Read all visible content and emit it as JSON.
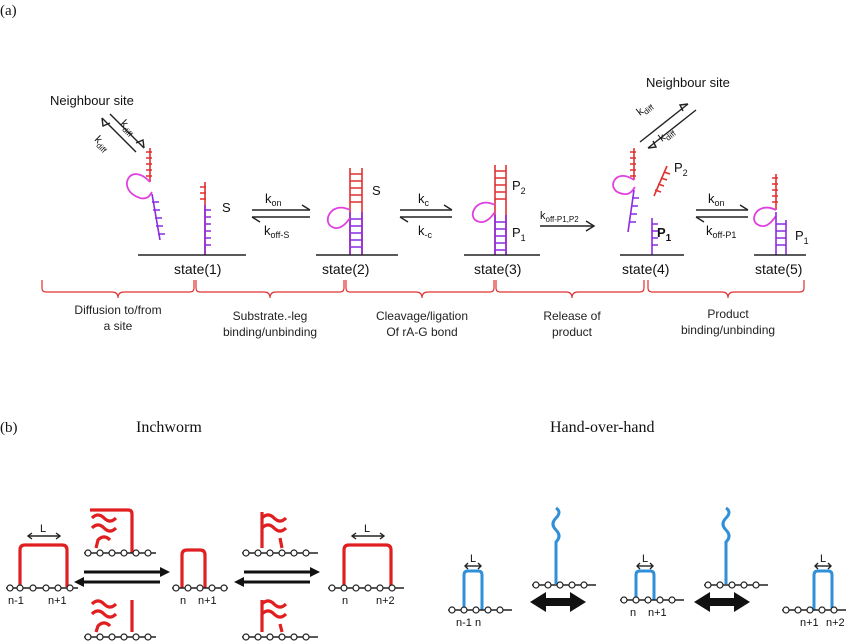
{
  "panel_a": {
    "tag": "(a)",
    "neighbour_left": "Neighbour site",
    "neighbour_right": "Neighbour site",
    "kdiff_sub": "diff",
    "k": "k",
    "S": "S",
    "P": "P",
    "P1_sub": "1",
    "P2_sub": "2",
    "P1_bold": "P",
    "rates": {
      "kon_sub": "on",
      "koffS_sub": "off-S",
      "kc_sub": "c",
      "kmc_sub": "-c",
      "koffP1P2_sub": "off-P1,P2",
      "koffP1_sub": "off-P1"
    },
    "states": [
      "state(1)",
      "state(2)",
      "state(3)",
      "state(4)",
      "state(5)"
    ],
    "stages": [
      [
        "Diffusion to/from",
        "a site"
      ],
      [
        "Substrate.-leg",
        "binding/unbinding"
      ],
      [
        "Cleavage/ligation",
        "Of rA-G bond"
      ],
      [
        "Release of",
        "product"
      ],
      [
        "Product",
        "binding/unbinding"
      ]
    ]
  },
  "panel_b": {
    "tag": "(b)",
    "inchworm": "Inchworm",
    "handoverhand": "Hand-over-hand",
    "L": "L",
    "labels": {
      "iw1a": "n-1",
      "iw1b": "n+1",
      "iw2a": "n",
      "iw2b": "n+1",
      "iw3a": "n",
      "iw3b": "n+2",
      "hh1a": "n-1 n",
      "hh2a": "n",
      "hh2b": "n+1",
      "hh3a": "n+1",
      "hh3b": "n+2"
    }
  },
  "colors": {
    "substrate": "#e03030",
    "enzyme_leg": "#8b2be2",
    "enzyme_loop": "#e040e0",
    "hoh_leg": "#2f8fd8",
    "inchworm_leg": "#e02020"
  }
}
